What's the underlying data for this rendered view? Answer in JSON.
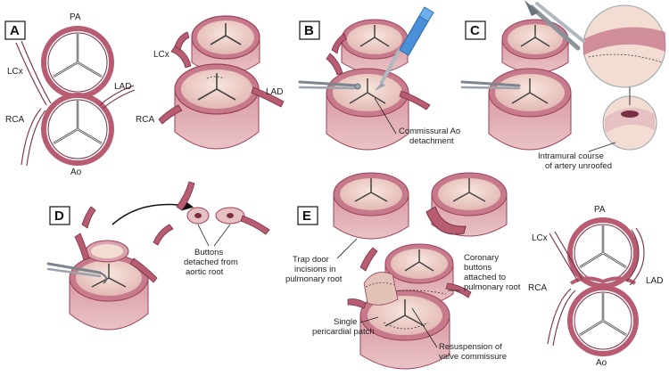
{
  "colors": {
    "vessel": "#b85c72",
    "vessel_dark": "#7a2e44",
    "root_outer": "#d9a3ae",
    "root_inner": "#f3ddd2",
    "root_rim": "#9c4058",
    "valve_line": "#3a3a3a",
    "instrument": "#9aa3ad",
    "handle_blue": "#4a90d9",
    "text": "#222222"
  },
  "panels": {
    "a": {
      "letter": "A",
      "labels": {
        "pa": "PA",
        "ao": "Ao",
        "lcx": "LCx",
        "lad": "LAD",
        "rca": "RCA"
      },
      "perspective_labels": {
        "lcx": "LCx",
        "lad": "LAD",
        "rca": "RCA"
      }
    },
    "b": {
      "letter": "B",
      "callout": [
        "Commissural Ao",
        "detachment"
      ]
    },
    "c": {
      "letter": "C",
      "callout": [
        "Intramural course",
        "of artery unroofed"
      ]
    },
    "d": {
      "letter": "D",
      "callout": [
        "Buttons",
        "detached from",
        "aortic root"
      ]
    },
    "e": {
      "letter": "E",
      "callouts": {
        "trap_door": [
          "Trap door",
          "incisions in",
          "pulmonary root"
        ],
        "coronary_buttons": [
          "Coronary",
          "buttons",
          "attached to",
          "pulmonary root"
        ],
        "patch": [
          "Single",
          "pericardial patch"
        ],
        "resuspension": [
          "Resuspension of",
          "valve commissure"
        ]
      }
    },
    "final": {
      "labels": {
        "pa": "PA",
        "ao": "Ao",
        "lcx": "LCx",
        "lad": "LAD",
        "rca": "RCA"
      }
    }
  },
  "icons": [
    "scissors-icon",
    "scalpel-icon",
    "forceps-icon",
    "arrow-icon"
  ]
}
